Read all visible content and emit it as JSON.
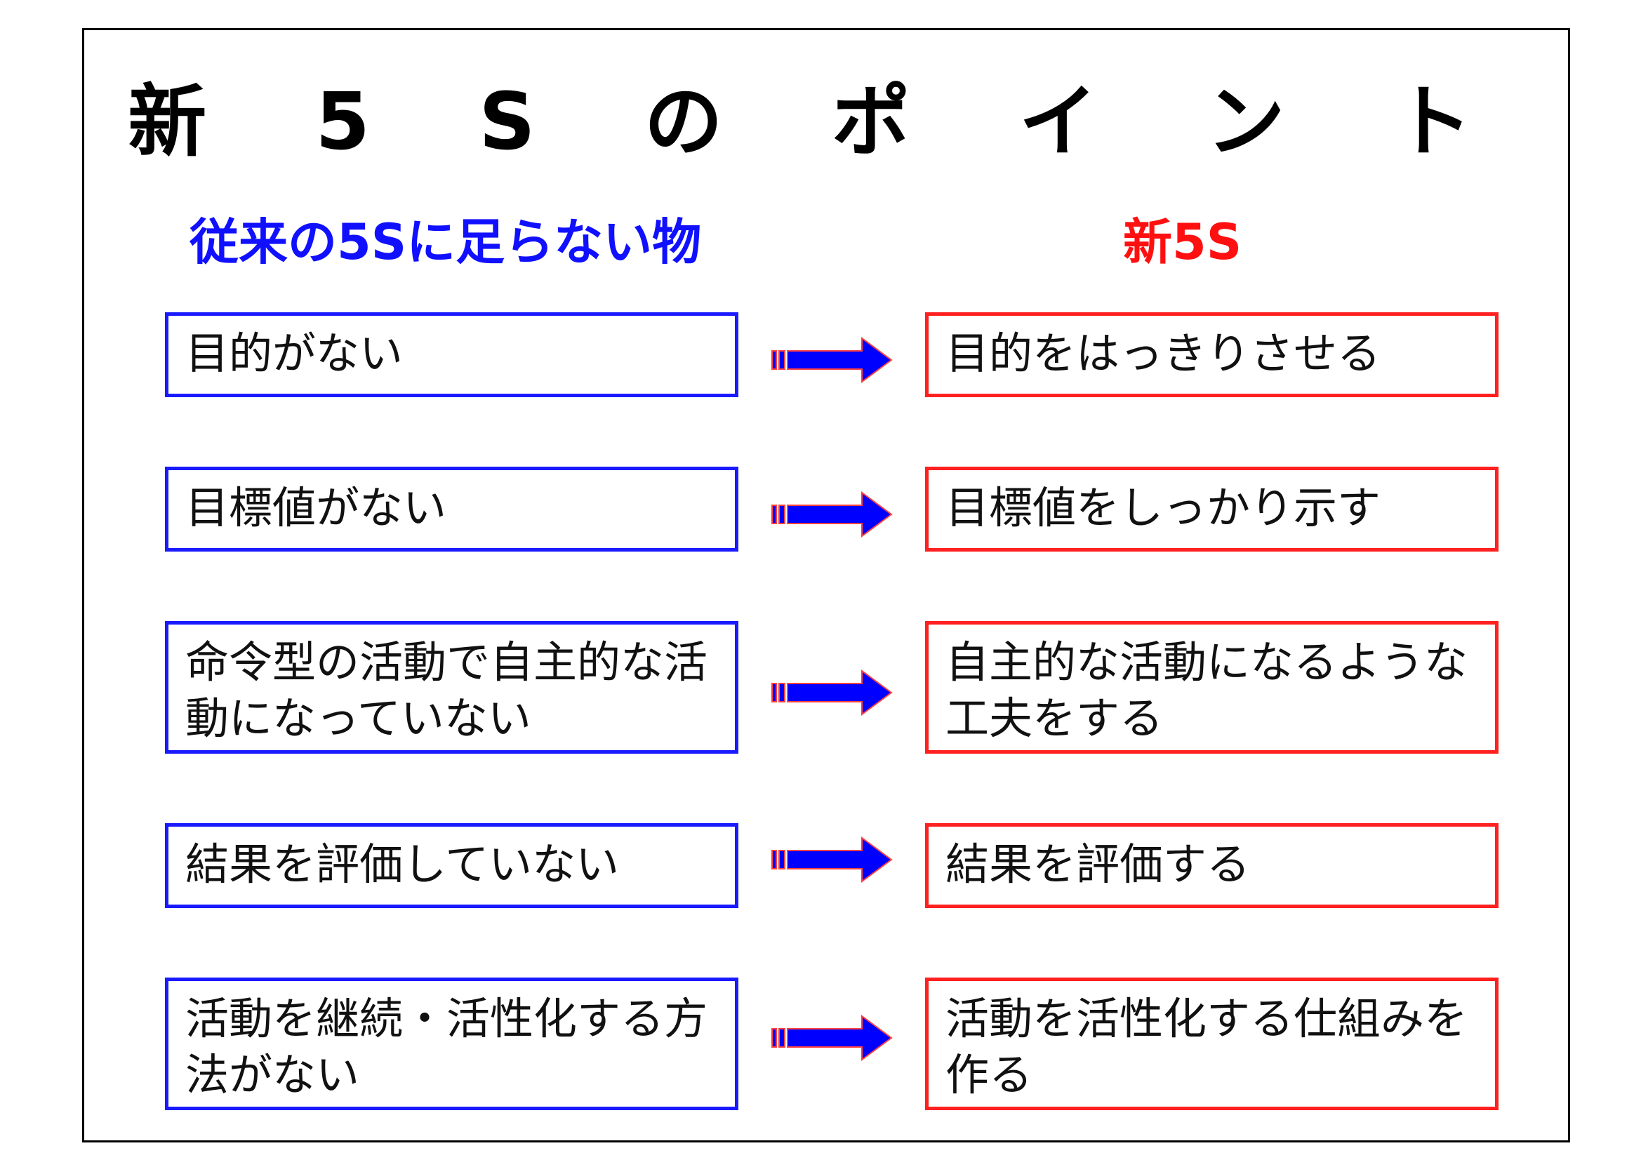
{
  "title": "新 5 S の ポ イ ン ト",
  "left_header": "従来の5Sに足らない物",
  "right_header": "新5S",
  "colors": {
    "left": "#1a1aff",
    "right": "#ff2020",
    "arrow_fill": "#0000ff",
    "arrow_outline": "#ff4040"
  },
  "rows": [
    {
      "problem": "目的がない",
      "solution": "目的をはっきりさせる"
    },
    {
      "problem": "目標値がない",
      "solution": "目標値をしっかり示す"
    },
    {
      "problem": "命令型の活動で自主的な活動になっていない",
      "solution": "自主的な活動になるような工夫をする"
    },
    {
      "problem": "結果を評価していない",
      "solution": "結果を評価する"
    },
    {
      "problem": "活動を継続・活性化する方法がない",
      "solution": "活動を活性化する仕組みを作る"
    }
  ]
}
